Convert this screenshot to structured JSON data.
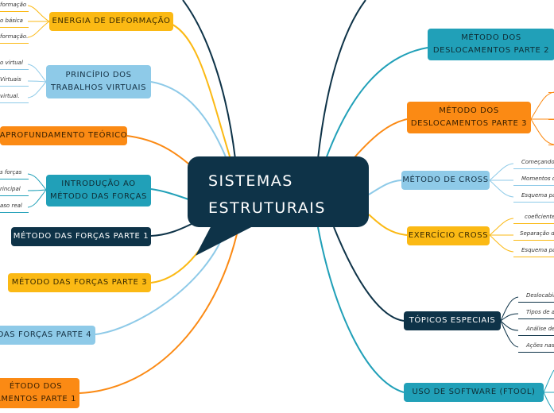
{
  "central": {
    "title": "SISTEMAS\nESTRUTURAIS"
  },
  "left_topics": [
    {
      "label": "ENERGIA DE DEFORMAÇÃO",
      "children": [
        "formação",
        "o básica",
        "formação."
      ]
    },
    {
      "label": "PRINCÍPIO DOS TRABALHOS VIRTUAIS",
      "children": [
        "o virtual",
        "Virtuais",
        "virtual."
      ]
    },
    {
      "label": "APROFUNDAMENTO TEÓRICO",
      "children": []
    },
    {
      "label": "INTRODUÇÃO AO MÉTODO DAS FORÇAS",
      "children": [
        "s forças",
        "rincipal",
        "aso real"
      ]
    },
    {
      "label": "MÉTODO DAS FORÇAS PARTE 1",
      "children": []
    },
    {
      "label": "MÉTODO DAS FORÇAS PARTE 3",
      "children": []
    },
    {
      "label": "DAS FORÇAS PARTE 4",
      "children": []
    },
    {
      "label": "ÉTODO DOS AMENTOS PARTE 1",
      "children": []
    }
  ],
  "right_topics": [
    {
      "label": "MÉTODO DOS DESLOCAMENTOS PARTE 2",
      "children": []
    },
    {
      "label": "MÉTODO DOS DESLOCAMENTOS PARTE 3",
      "children": []
    },
    {
      "label": "MÉTODO DE CROSS",
      "children": [
        "Começando",
        "Momentos d",
        "Esquema pa"
      ]
    },
    {
      "label": "EXERCÍCIO CROSS",
      "children": [
        "coeficiente",
        "Separação d",
        "Esquema pa"
      ]
    },
    {
      "label": "TÓPICOS ESPECIAIS",
      "children": [
        "Deslocabili",
        "Tipos de a",
        "Análise de",
        "Ações nas"
      ]
    },
    {
      "label": "USO DE SOFTWARE (FTOOL)",
      "children": []
    }
  ],
  "colors": {
    "yellow": "#fbb914",
    "orange": "#fb8a14",
    "teal": "#21a0b8",
    "lightblue": "#8ecae8",
    "navy": "#0e3348"
  }
}
